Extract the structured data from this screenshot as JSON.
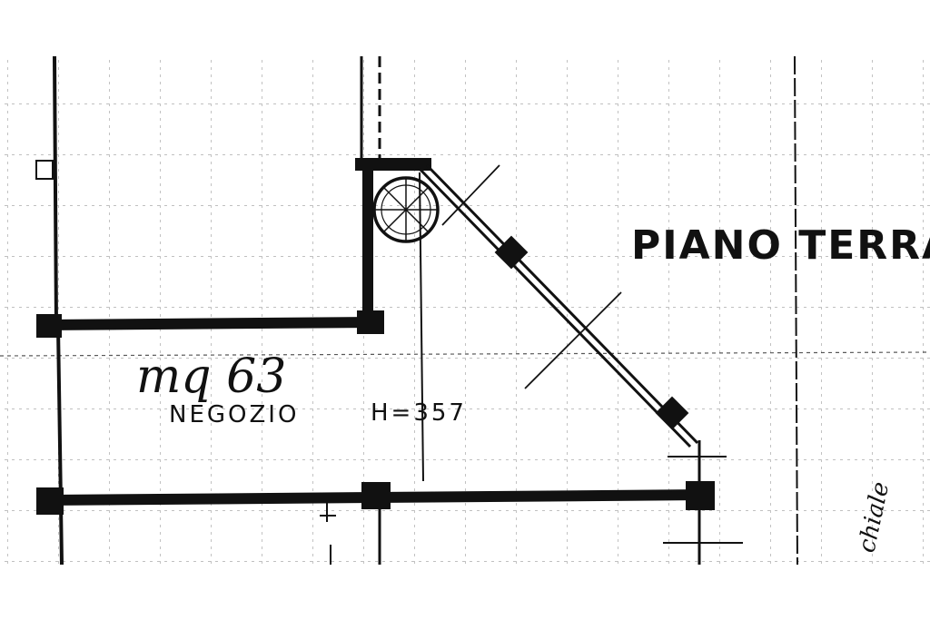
{
  "plan": {
    "title": "PIANO TERRA",
    "area_text": "mq 63",
    "room_label": "NEGOZIO",
    "height_label": "H=357",
    "side_text": "chiale"
  },
  "colors": {
    "paper": "#ffffff",
    "ink": "#111111",
    "grid": "#9a9a9a"
  }
}
